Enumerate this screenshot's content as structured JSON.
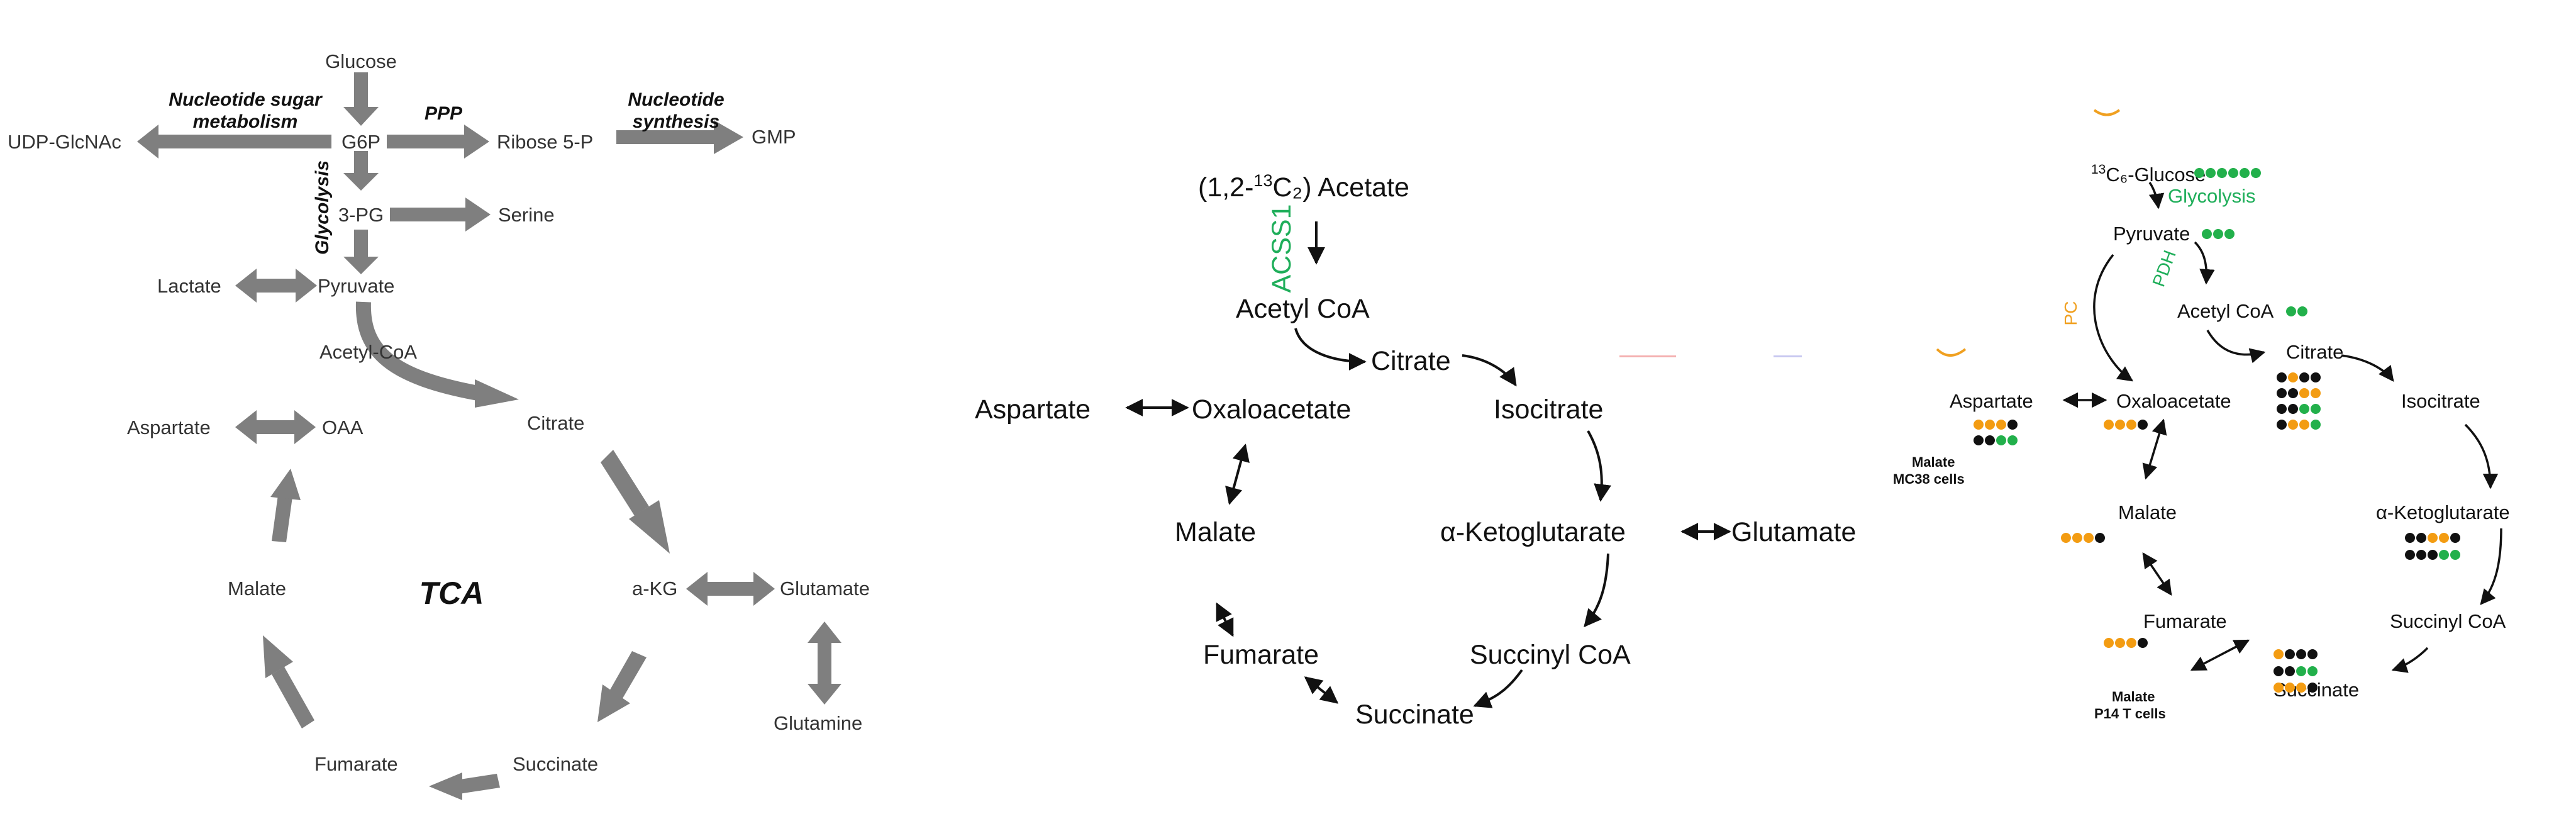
{
  "panel1": {
    "labels": {
      "glucose": "Glucose",
      "g6p": "G6P",
      "udp_glcnac": "UDP-GlcNAc",
      "ribose_5p": "Ribose 5-P",
      "gmp": "GMP",
      "three_pg": "3-PG",
      "serine": "Serine",
      "lactate": "Lactate",
      "pyruvate": "Pyruvate",
      "acetyl_coa": "Acetyl-CoA",
      "aspartate": "Aspartate",
      "oaa": "OAA",
      "citrate": "Citrate",
      "malate": "Malate",
      "akg": "a-KG",
      "glutamate": "Glutamate",
      "glutamine": "Glutamine",
      "fumarate": "Fumarate",
      "succinate": "Succinate"
    },
    "pathways": {
      "nucleotide_sugar_1": "Nucleotide sugar",
      "nucleotide_sugar_2": "metabolism",
      "ppp": "PPP",
      "nucleotide_synthesis_1": "Nucleotide",
      "nucleotide_synthesis_2": "synthesis",
      "glycolysis": "Glycolysis",
      "tca": "TCA"
    }
  },
  "panel2": {
    "labels": {
      "acetate_prefix": "(1,2-",
      "acetate_isotope": "13",
      "acetate_suffix": "C₂) Acetate",
      "acetyl_coa": "Acetyl CoA",
      "citrate": "Citrate",
      "aspartate": "Aspartate",
      "oxaloacetate": "Oxaloacetate",
      "isocitrate": "Isocitrate",
      "malate": "Malate",
      "alpha_ketoglutarate": "α-Ketoglutarate",
      "glutamate": "Glutamate",
      "fumarate": "Fumarate",
      "succinyl_coa": "Succinyl CoA",
      "succinate": "Succinate"
    },
    "enzyme": {
      "acss1": "ACSS1"
    }
  },
  "panel3": {
    "labels": {
      "glucose_isotope": "13",
      "glucose_name": "C₆-Glucose",
      "pyruvate": "Pyruvate",
      "acetyl_coa": "Acetyl CoA",
      "citrate": "Citrate",
      "aspartate": "Aspartate",
      "oxaloacetate": "Oxaloacetate",
      "isocitrate": "Isocitrate",
      "malate": "Malate",
      "alpha_ketoglutarate": "α-Ketoglutarate",
      "fumarate": "Fumarate",
      "succinyl_coa": "Succinyl CoA",
      "succinate": "Succinate"
    },
    "pathways": {
      "glycolysis": "Glycolysis"
    },
    "enzymes": {
      "pc": "PC",
      "pdh": "PDH"
    },
    "notes": {
      "mc38_line1": "Malate",
      "mc38_line2": "MC38 cells",
      "p14_line1": "Malate",
      "p14_line2": "P14 T cells"
    },
    "colors": {
      "labeled_glucose": "#22b04b",
      "labeled_pc": "#f39c12",
      "unlabeled": "#111111"
    },
    "dot_rows": [
      {
        "metabolite": "glucose",
        "dots": [
          "G",
          "G",
          "G",
          "G",
          "G",
          "G"
        ]
      },
      {
        "metabolite": "pyruvate",
        "dots": [
          "G",
          "G",
          "G"
        ]
      },
      {
        "metabolite": "acetyl_coa",
        "dots": [
          "G",
          "G"
        ]
      },
      {
        "metabolite": "citrate",
        "dots": [
          "K",
          "O",
          "K",
          "K"
        ]
      },
      {
        "metabolite": "citrate",
        "dots": [
          "K",
          "K",
          "O",
          "O"
        ]
      },
      {
        "metabolite": "citrate",
        "dots": [
          "K",
          "K",
          "G",
          "G"
        ]
      },
      {
        "metabolite": "citrate",
        "dots": [
          "K",
          "O",
          "O",
          "G"
        ]
      },
      {
        "metabolite": "aspartate",
        "dots": [
          "O",
          "O",
          "O",
          "K"
        ]
      },
      {
        "metabolite": "aspartate",
        "dots": [
          "K",
          "K",
          "G",
          "G"
        ]
      },
      {
        "metabolite": "oxaloacetate",
        "dots": [
          "O",
          "O",
          "O",
          "K"
        ]
      },
      {
        "metabolite": "malate",
        "dots": [
          "O",
          "O",
          "O",
          "K"
        ]
      },
      {
        "metabolite": "alpha_ketoglutarate",
        "dots": [
          "K",
          "K",
          "O",
          "O",
          "K"
        ]
      },
      {
        "metabolite": "alpha_ketoglutarate",
        "dots": [
          "K",
          "K",
          "K",
          "G",
          "G"
        ]
      },
      {
        "metabolite": "fumarate",
        "dots": [
          "O",
          "O",
          "O",
          "K"
        ]
      },
      {
        "metabolite": "succinate",
        "dots": [
          "O",
          "K",
          "K",
          "K"
        ]
      },
      {
        "metabolite": "succinate",
        "dots": [
          "K",
          "K",
          "G",
          "G"
        ]
      },
      {
        "metabolite": "succinate",
        "dots": [
          "O",
          "O",
          "O",
          "K"
        ]
      }
    ]
  }
}
